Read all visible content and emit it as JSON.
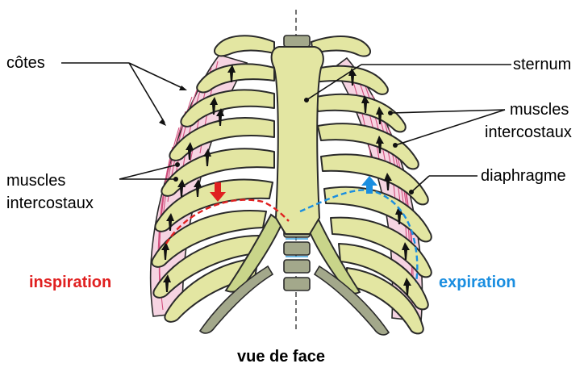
{
  "labels": {
    "cotes": "côtes",
    "muscles_left_1": "muscles",
    "muscles_left_2": "intercostaux",
    "sternum": "sternum",
    "muscles_right_1": "muscles",
    "muscles_right_2": "intercostaux",
    "diaphragme": "diaphragme",
    "inspiration": "inspiration",
    "expiration": "expiration",
    "caption": "vue de face"
  },
  "colors": {
    "inspiration": "#e02020",
    "expiration": "#1a8ee0",
    "bone": "#e3e6a2",
    "muscle": "#f6d4e2",
    "fiber": "#d24f7e"
  },
  "icons": {
    "inspiration_arrow": "arrow-down-icon",
    "expiration_arrow": "arrow-up-icon"
  }
}
